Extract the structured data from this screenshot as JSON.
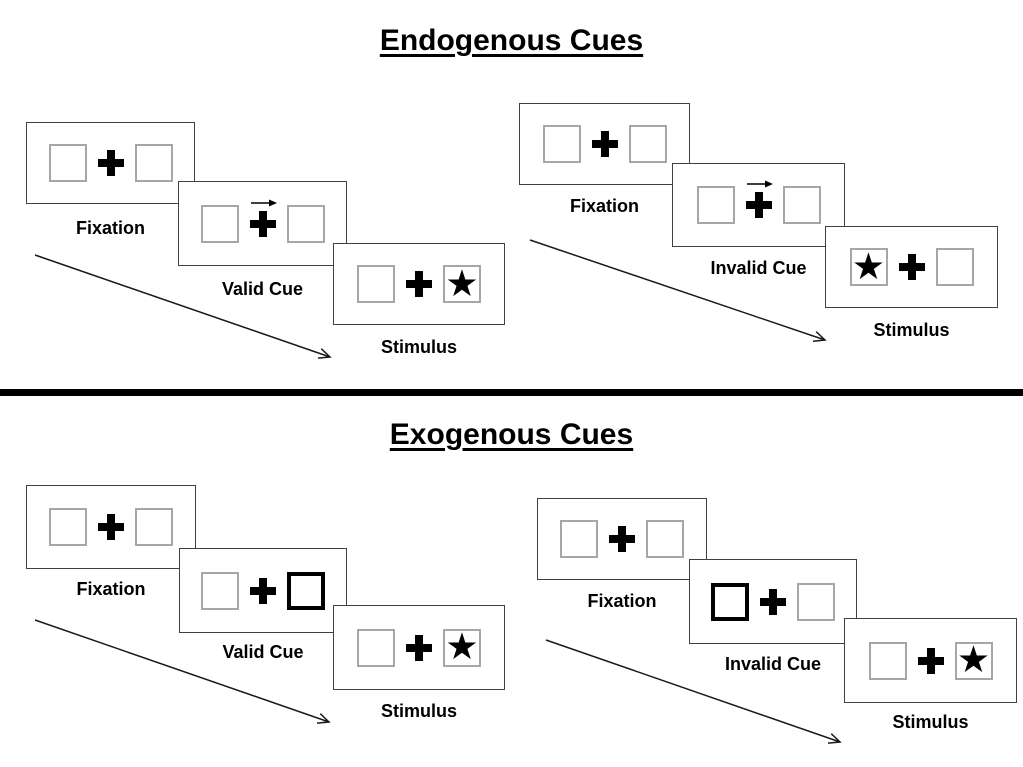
{
  "colors": {
    "background": "#ffffff",
    "panel_border": "#404040",
    "square_border": "#a6a6a6",
    "ink": "#000000"
  },
  "icons": {
    "star": "★",
    "cue_arrow": "right-arrow",
    "fixation_cross": "plus",
    "timeline_arrow": "diagonal-down-right-arrow"
  },
  "sections": [
    {
      "title": "Endogenous Cues",
      "groups": [
        {
          "name": "valid",
          "cue_style": "central-arrow",
          "panels": [
            {
              "label": "Fixation",
              "type": "fixation"
            },
            {
              "label": "Valid Cue",
              "type": "endogenous-cue",
              "arrow_direction": "right"
            },
            {
              "label": "Stimulus",
              "type": "stimulus",
              "star_side": "right"
            }
          ]
        },
        {
          "name": "invalid",
          "cue_style": "central-arrow",
          "panels": [
            {
              "label": "Fixation",
              "type": "fixation"
            },
            {
              "label": "Invalid Cue",
              "type": "endogenous-cue",
              "arrow_direction": "right"
            },
            {
              "label": "Stimulus",
              "type": "stimulus",
              "star_side": "left"
            }
          ]
        }
      ]
    },
    {
      "title": "Exogenous Cues",
      "groups": [
        {
          "name": "valid",
          "cue_style": "peripheral-box-highlight",
          "panels": [
            {
              "label": "Fixation",
              "type": "fixation"
            },
            {
              "label": "Valid Cue",
              "type": "exogenous-cue",
              "cue_side": "right"
            },
            {
              "label": "Stimulus",
              "type": "stimulus",
              "star_side": "right"
            }
          ]
        },
        {
          "name": "invalid",
          "cue_style": "peripheral-box-highlight",
          "panels": [
            {
              "label": "Fixation",
              "type": "fixation"
            },
            {
              "label": "Invalid Cue",
              "type": "exogenous-cue",
              "cue_side": "left"
            },
            {
              "label": "Stimulus",
              "type": "stimulus",
              "star_side": "right"
            }
          ]
        }
      ]
    }
  ]
}
